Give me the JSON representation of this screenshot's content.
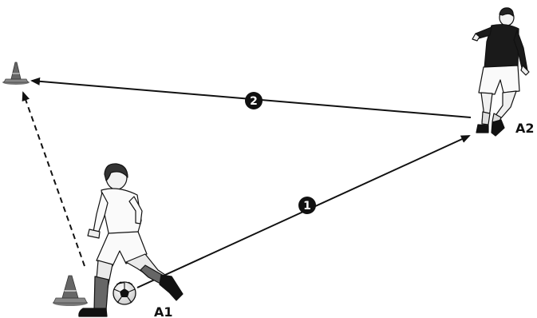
{
  "players": {
    "a1": {
      "label": "A1",
      "shirt": "white"
    },
    "a2": {
      "label": "A2",
      "shirt": "black"
    }
  },
  "steps": [
    {
      "number": "1",
      "from": "A1",
      "to": "A2",
      "line": "solid"
    },
    {
      "number": "2",
      "from": "A2",
      "to": "cone-top-left",
      "line": "solid"
    },
    {
      "number": "",
      "from": "cone-bottom-left",
      "to": "cone-top-left",
      "line": "dashed"
    }
  ],
  "colors": {
    "ink": "#111111",
    "cone": "#555555",
    "field": "#ffffff"
  }
}
